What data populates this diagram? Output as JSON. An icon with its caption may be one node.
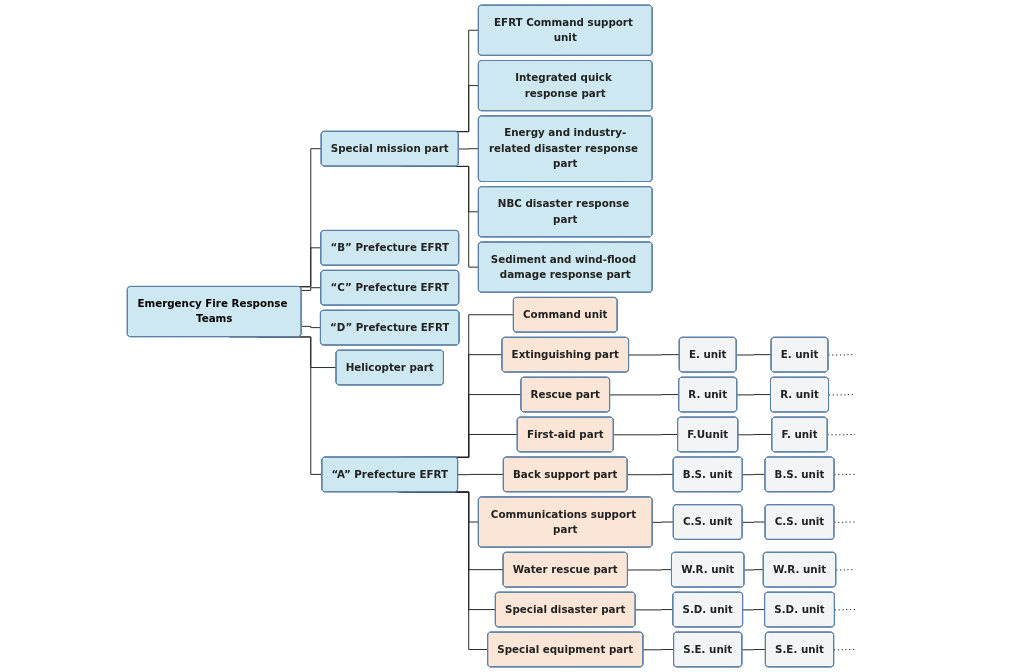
{
  "diagram": {
    "nodes": [
      {
        "text": [
          "Emergency Fire Response Teams"
        ]
      },
      {
        "text": [
          "“A” Prefecture EFRT"
        ]
      },
      {
        "text": [
          "“B” Prefecture EFRT"
        ]
      },
      {
        "text": [
          "“C” Prefecture EFRT"
        ]
      },
      {
        "text": [
          "“D” Prefecture EFRT"
        ]
      },
      {
        "text": [
          "Helicopter part"
        ]
      },
      {
        "text": [
          "Special mission part"
        ]
      },
      {
        "text": [
          "EFRT Command support unit"
        ]
      },
      {
        "text": [
          "Integrated quick response part"
        ]
      },
      {
        "text": [
          "Energy and industry-related disaster response part"
        ]
      },
      {
        "text": [
          "NBC disaster response part"
        ]
      },
      {
        "text": [
          "Sediment and wind-flood damage response part"
        ]
      },
      {
        "text": [
          "Command unit"
        ]
      },
      {
        "text": [
          "Extinguishing part"
        ]
      },
      {
        "text": [
          "E. unit"
        ]
      },
      {
        "text": [
          "E. unit"
        ]
      },
      {
        "text": [
          "Rescue part"
        ]
      },
      {
        "text": [
          "R. unit"
        ]
      },
      {
        "text": [
          "R. unit"
        ]
      },
      {
        "text": [
          "First-aid part"
        ]
      },
      {
        "text": [
          "F.Uunit"
        ]
      },
      {
        "text": [
          "F. unit"
        ]
      },
      {
        "text": [
          "Back support part"
        ]
      },
      {
        "text": [
          "B.S. unit"
        ]
      },
      {
        "text": [
          "B.S. unit"
        ]
      },
      {
        "text": [
          "Communications support part"
        ]
      },
      {
        "text": [
          "C.S. unit"
        ]
      },
      {
        "text": [
          "C.S. unit"
        ]
      },
      {
        "text": [
          "Water rescue part"
        ]
      },
      {
        "text": [
          "W.R. unit"
        ]
      },
      {
        "text": [
          "W.R. unit"
        ]
      },
      {
        "text": [
          "Special disaster part"
        ]
      },
      {
        "text": [
          "S.D. unit"
        ]
      },
      {
        "text": [
          "S.D. unit"
        ]
      },
      {
        "text": [
          "Special equipment part"
        ]
      },
      {
        "text": [
          "S.E. unit"
        ]
      },
      {
        "text": [
          "S.E. unit"
        ]
      }
    ],
    "edges": [
      {
        "from": 0,
        "to": 1,
        "arrow": "none"
      },
      {
        "from": 0,
        "to": 2,
        "arrow": "none"
      },
      {
        "from": 0,
        "to": 3,
        "arrow": "none"
      },
      {
        "from": 0,
        "to": 4,
        "arrow": "none"
      },
      {
        "from": 0,
        "to": 5,
        "arrow": "none"
      },
      {
        "from": 0,
        "to": 6,
        "arrow": "none"
      },
      {
        "from": 6,
        "to": 7,
        "arrow": "none"
      },
      {
        "from": 6,
        "to": 8,
        "arrow": "none"
      },
      {
        "from": 6,
        "to": 9,
        "arrow": "none"
      },
      {
        "from": 6,
        "to": 10,
        "arrow": "none"
      },
      {
        "from": 6,
        "to": 11,
        "arrow": "none"
      },
      {
        "from": 1,
        "to": 12,
        "arrow": "none"
      },
      {
        "from": 1,
        "to": 13,
        "arrow": "none"
      },
      {
        "from": 1,
        "to": 16,
        "arrow": "none"
      },
      {
        "from": 1,
        "to": 19,
        "arrow": "none"
      },
      {
        "from": 1,
        "to": 22,
        "arrow": "none"
      },
      {
        "from": 1,
        "to": 25,
        "arrow": "none"
      },
      {
        "from": 1,
        "to": 28,
        "arrow": "none"
      },
      {
        "from": 1,
        "to": 31,
        "arrow": "none"
      },
      {
        "from": 1,
        "to": 34,
        "arrow": "none"
      },
      {
        "from": 13,
        "to": 14,
        "arrow": "none"
      },
      {
        "from": 14,
        "to": 15,
        "arrow": "none"
      },
      {
        "from": 15,
        "to": null,
        "arrow": "none",
        "style": "dashed"
      },
      {
        "from": 16,
        "to": 17,
        "arrow": "none"
      },
      {
        "from": 17,
        "to": 18,
        "arrow": "none"
      },
      {
        "from": 18,
        "to": null,
        "arrow": "none",
        "style": "dashed"
      },
      {
        "from": 19,
        "to": 20,
        "arrow": "none"
      },
      {
        "from": 20,
        "to": 21,
        "arrow": "none"
      },
      {
        "from": 21,
        "to": null,
        "arrow": "none",
        "style": "dashed"
      },
      {
        "from": 22,
        "to": 23,
        "arrow": "none"
      },
      {
        "from": 23,
        "to": 24,
        "arrow": "none"
      },
      {
        "from": 24,
        "to": null,
        "arrow": "none",
        "style": "dashed"
      },
      {
        "from": 25,
        "to": 26,
        "arrow": "none"
      },
      {
        "from": 26,
        "to": 27,
        "arrow": "none"
      },
      {
        "from": 27,
        "to": null,
        "arrow": "none",
        "style": "dashed"
      },
      {
        "from": 28,
        "to": 29,
        "arrow": "none"
      },
      {
        "from": 29,
        "to": 30,
        "arrow": "none"
      },
      {
        "from": 30,
        "to": null,
        "arrow": "none",
        "style": "dashed"
      },
      {
        "from": 31,
        "to": 32,
        "arrow": "none"
      },
      {
        "from": 32,
        "to": 33,
        "arrow": "none"
      },
      {
        "from": 33,
        "to": null,
        "arrow": "none",
        "style": "dashed"
      },
      {
        "from": 34,
        "to": 35,
        "arrow": "none"
      },
      {
        "from": 35,
        "to": 36,
        "arrow": "none"
      },
      {
        "from": 36,
        "to": null,
        "arrow": "none",
        "style": "dashed"
      }
    ]
  }
}
